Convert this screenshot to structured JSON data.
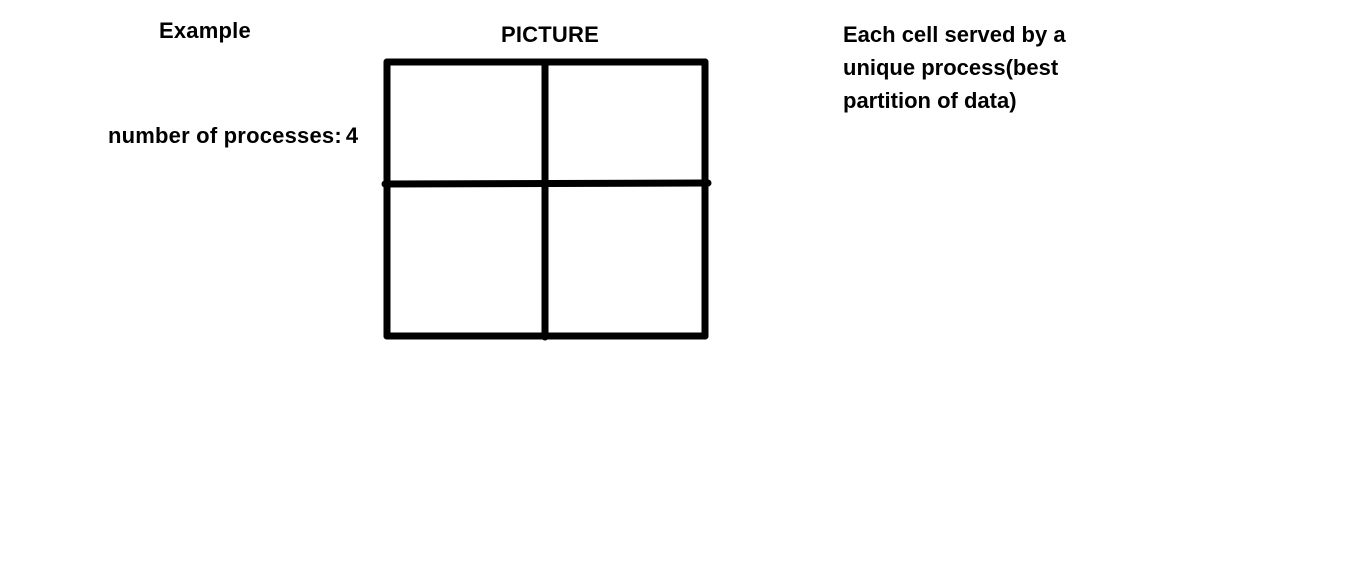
{
  "title": "Example",
  "picture_label": "PICTURE",
  "processes": {
    "label": "number of processes:",
    "count": "4"
  },
  "description_lines": [
    "Each cell served by a",
    "unique process(best",
    "partition of data)"
  ],
  "grid": {
    "rows": 2,
    "columns": 2
  }
}
